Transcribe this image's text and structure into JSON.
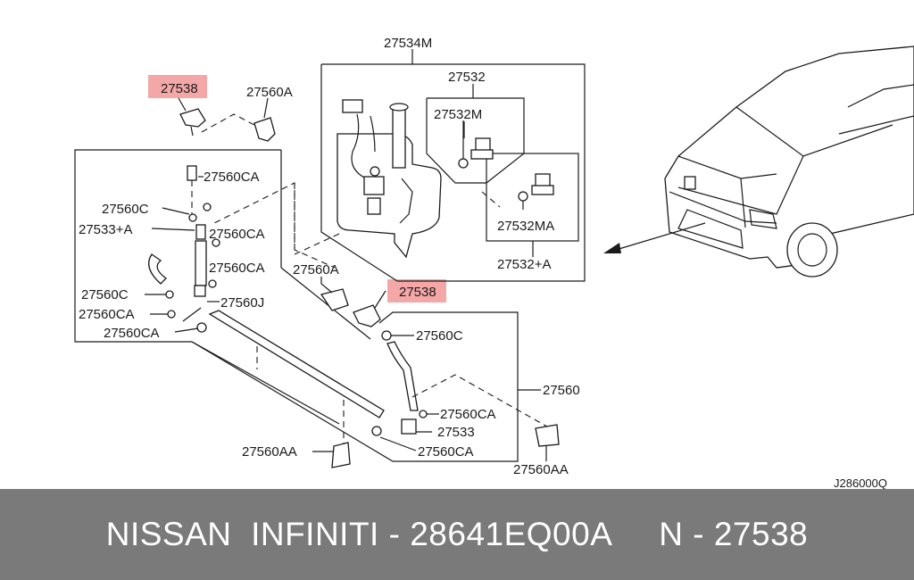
{
  "labels": {
    "l27534M": "27534M",
    "l27532": "27532",
    "l27532M": "27532M",
    "l27532MA": "27532MA",
    "l27532A": "27532+A",
    "l27538_top": "27538",
    "l27560A_top": "27560A",
    "l27560CA_1": "27560CA",
    "l27560C_1": "27560C",
    "l27533A": "27533+A",
    "l27560CA_2": "27560CA",
    "l27560CA_3": "27560CA",
    "l27560C_2": "27560C",
    "l27560J": "27560J",
    "l27560CA_4": "27560CA",
    "l27560CA_5": "27560CA",
    "l27560A_mid": "27560A",
    "l27538_mid": "27538",
    "l27560C_3": "27560C",
    "l27560": "27560",
    "l27560CA_6": "27560CA",
    "l27533": "27533",
    "l27560CA_7": "27560CA",
    "l27560AA_1": "27560AA",
    "l27560AA_2": "27560AA"
  },
  "diagram_code": "J286000Q",
  "highlight_color": "#f08a8a",
  "footer": {
    "text": "NISSAN  INFINITI - 28641EQ00A     N - 27538",
    "background": "#7a7a7a",
    "color": "#ffffff"
  }
}
